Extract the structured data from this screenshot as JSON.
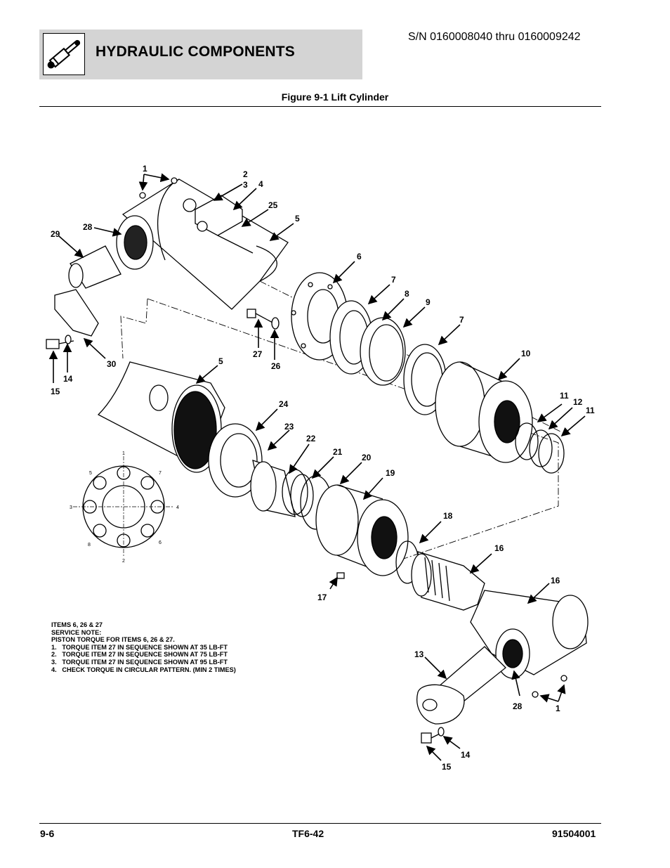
{
  "header": {
    "section_title": "HYDRAULIC COMPONENTS",
    "icon": "hydraulic-cylinder-icon",
    "serial_range": "S/N 0160008040 thru 0160009242"
  },
  "figure": {
    "title": "Figure 9-1 Lift Cylinder",
    "callouts": [
      "1",
      "2",
      "3",
      "4",
      "25",
      "5",
      "28",
      "29",
      "6",
      "7",
      "8",
      "9",
      "7",
      "10",
      "27",
      "26",
      "30",
      "14",
      "15",
      "5",
      "11",
      "12",
      "11",
      "24",
      "23",
      "22",
      "21",
      "20",
      "19",
      "18",
      "16",
      "16",
      "17",
      "13",
      "28",
      "1",
      "14",
      "15"
    ],
    "bolt_pattern_labels": [
      "1",
      "5",
      "7",
      "3",
      "4",
      "8",
      "6",
      "2"
    ]
  },
  "service_note": {
    "lines": [
      "ITEMS 6, 26 & 27",
      "SERVICE NOTE:",
      "PISTON TORQUE FOR ITEMS 6, 26 & 27.",
      "1.   TORQUE ITEM 27 IN SEQUENCE SHOWN AT 35 LB-FT",
      "2.   TORQUE ITEM 27 IN SEQUENCE SHOWN AT 75 LB-FT",
      "3.   TORQUE ITEM 27 IN SEQUENCE SHOWN AT 95 LB-FT",
      "4.   CHECK TORQUE IN CIRCULAR PATTERN. (MIN 2 TIMES)"
    ]
  },
  "footer": {
    "page": "9-6",
    "doc_code": "TF6-42",
    "part_number": "91504001"
  },
  "colors": {
    "header_band": "#d4d4d4",
    "ink": "#000000"
  }
}
